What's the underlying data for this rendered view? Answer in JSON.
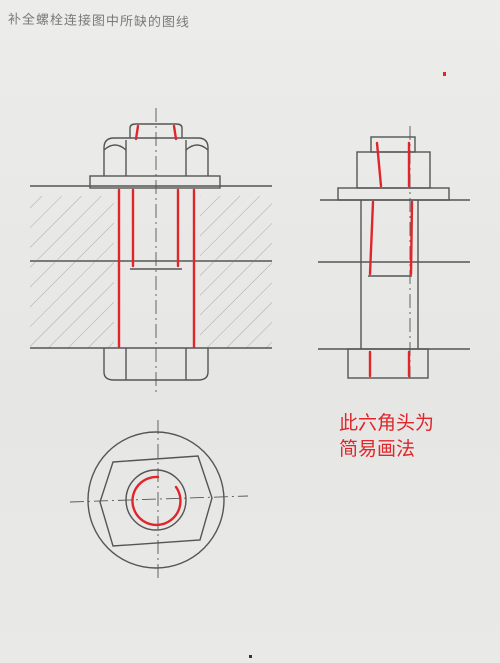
{
  "header": {
    "title": "补全螺栓连接图中所缺的图线"
  },
  "annotation": {
    "line1": "此六角头为",
    "line2": "简易画法"
  },
  "colors": {
    "pencil": "#555555",
    "red_marker": "#e0262b"
  }
}
